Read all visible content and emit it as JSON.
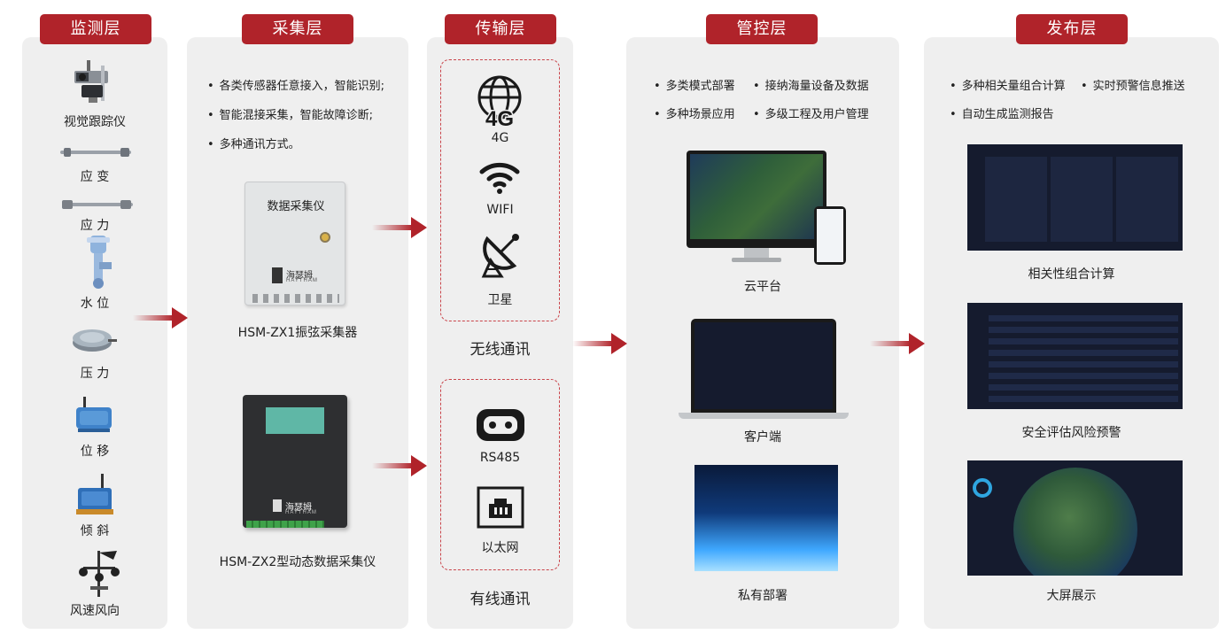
{
  "layers": {
    "monitor": {
      "title": "监测层",
      "sensors": [
        "视觉跟踪仪",
        "应 变",
        "应 力",
        "水 位",
        "压 力",
        "位 移",
        "倾 斜",
        "风速风向"
      ]
    },
    "collect": {
      "title": "采集层",
      "bullets": [
        "各类传感器任意接入，智能识别;",
        "智能混接采集，智能故障诊断;",
        "多种通讯方式。"
      ],
      "device1": {
        "panel_text": "数据采集仪",
        "brand": "海瑟姆",
        "brand_en": "HAYTHAM",
        "name": "HSM-ZX1振弦采集器"
      },
      "device2": {
        "brand": "海瑟姆",
        "brand_en": "HAYTHAM",
        "name": "HSM-ZX2型动态数据采集仪"
      }
    },
    "transport": {
      "title": "传输层",
      "wireless": {
        "items": [
          "4G",
          "WIFI",
          "卫星"
        ],
        "caption": "无线通讯",
        "badge": "4G"
      },
      "wired": {
        "items": [
          "RS485",
          "以太网"
        ],
        "caption": "有线通讯"
      }
    },
    "control": {
      "title": "管控层",
      "bullets": [
        "多类模式部署",
        "接纳海量设备及数据",
        "多种场景应用",
        "多级工程及用户管理"
      ],
      "deployments": [
        "云平台",
        "客户端",
        "私有部署"
      ]
    },
    "publish": {
      "title": "发布层",
      "bullets": [
        "多种相关量组合计算",
        "实时预警信息推送",
        "自动生成监测报告"
      ],
      "outputs": [
        "相关性组合计算",
        "安全评估风险预警",
        "大屏展示"
      ]
    }
  },
  "colors": {
    "accent": "#b0232a",
    "panel": "#efefef",
    "dashed": "#c9444a"
  }
}
